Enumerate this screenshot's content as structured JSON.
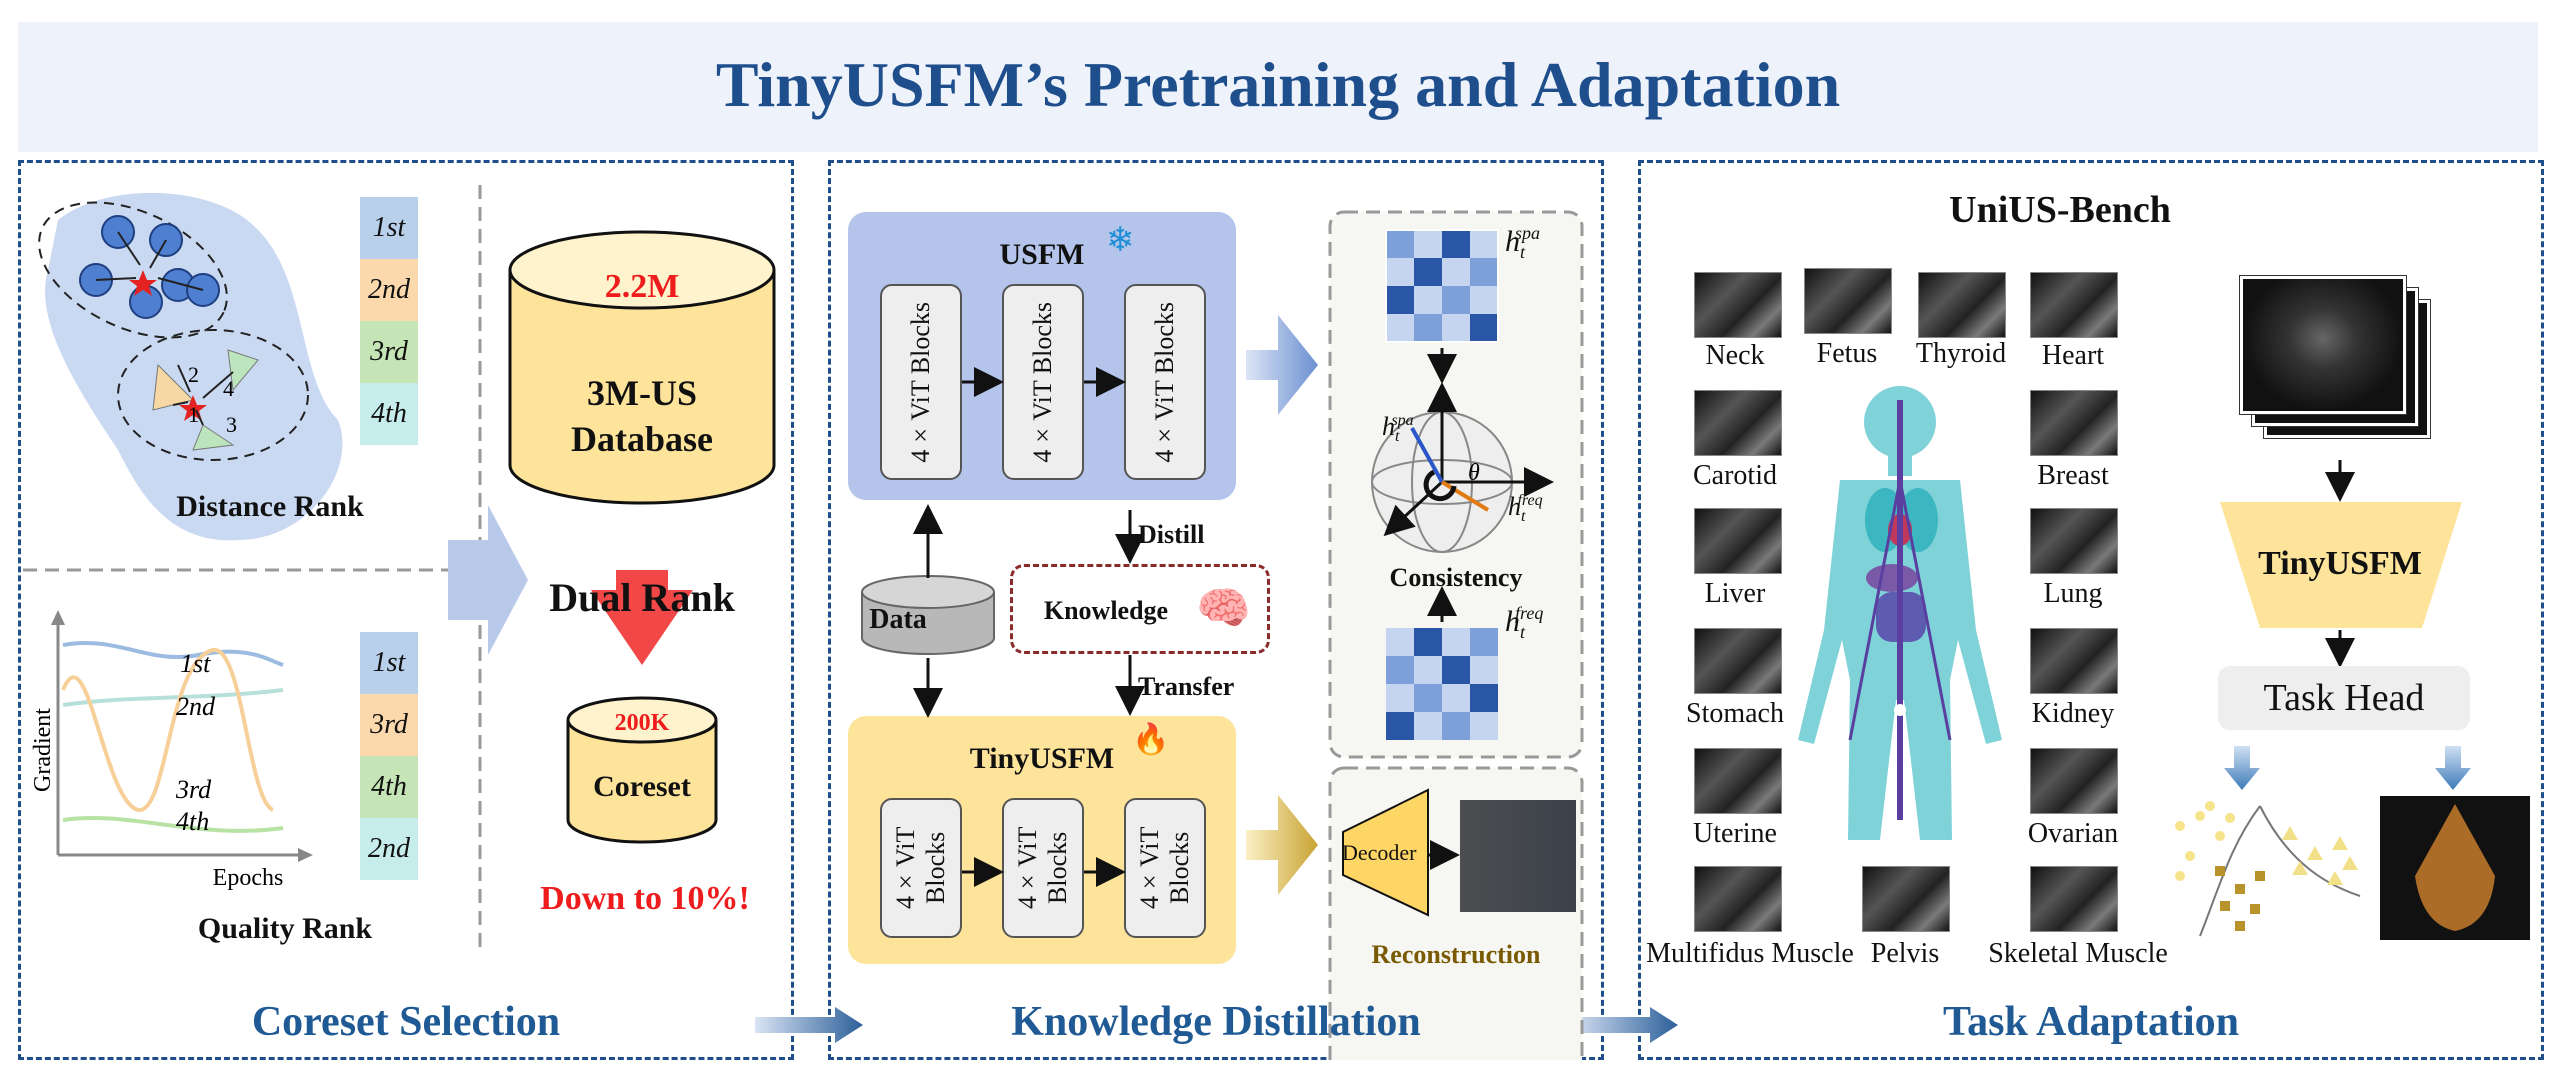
{
  "title": "TinyUSFM’s Pretraining and Adaptation",
  "coreset": {
    "section_title": "Coreset Selection",
    "distance_rank_label": "Distance Rank",
    "quality_rank_label": "Quality Rank",
    "distance_ranks": [
      "1st",
      "2nd",
      "3rd",
      "4th"
    ],
    "quality_ranks": [
      "1st",
      "3rd",
      "4th",
      "2nd"
    ],
    "curve_labels": [
      "1st",
      "2nd",
      "3rd",
      "4th"
    ],
    "gradient_axis": "Gradient",
    "epochs_axis": "Epochs",
    "cluster_numbers": [
      "1",
      "2",
      "3",
      "4"
    ],
    "database_count": "2.2M",
    "database_name_1": "3M-US",
    "database_name_2": "Database",
    "dual_rank": "Dual Rank",
    "coreset_count": "200K",
    "coreset_name": "Coreset",
    "down_to": "Down to 10%!"
  },
  "kd": {
    "section_title": "Knowledge Distillation",
    "teacher": "USFM",
    "student": "TinyUSFM",
    "teacher_blocks": [
      "4×ViT Blocks",
      "4×ViT Blocks",
      "4×ViT Blocks"
    ],
    "student_blocks": [
      "4×ViT Blocks",
      "4×ViT Blocks",
      "4×ViT Blocks"
    ],
    "data": "Data",
    "knowledge": "Knowledge",
    "distill": "Distill",
    "transfer": "Transfer",
    "consistency": "Consistency",
    "reconstruction": "Reconstruction",
    "decoder": "Decoder",
    "h_spa": "h",
    "h_spa_sub": "t",
    "h_spa_sup": "spa",
    "h_freq_sup": "freq",
    "theta": "θ"
  },
  "ta": {
    "section_title": "Task Adaptation",
    "bench": "UniUS-Bench",
    "organs_left": [
      "Neck",
      "Carotid",
      "Liver",
      "Stomach",
      "Uterine",
      "Multifidus Muscle"
    ],
    "organs_top": [
      "Fetus",
      "Thyroid"
    ],
    "organs_right": [
      "Heart",
      "Breast",
      "Lung",
      "Kidney",
      "Ovarian",
      "Skeletal Muscle"
    ],
    "organ_bottom": "Pelvis",
    "model": "TinyUSFM",
    "task_head": "Task Head"
  },
  "colors": {
    "accent_blue": "#1f4e8c",
    "usfm_fill": "#b4c4ea",
    "tiny_fill": "#fde49a",
    "highlight_red": "#ee1c1c",
    "reconstruction_text": "#7a5a00"
  }
}
